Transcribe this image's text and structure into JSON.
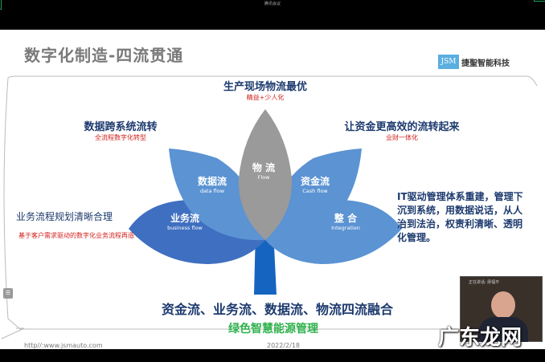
{
  "app": {
    "title": "腾讯会议"
  },
  "slide": {
    "title": "数字化制造-四流贯通",
    "logo": {
      "mark": "JSM",
      "name": "捷聖智能科技"
    },
    "top": {
      "heading": "生产现场物流最优",
      "sub": "精益+少人化"
    },
    "upper_left": {
      "heading": "数据跨系统流转",
      "sub": "全流程数字化转型"
    },
    "upper_right": {
      "heading": "让资金更高效的流转起来",
      "sub": "业财一体化"
    },
    "left": {
      "heading": "业务流程规划清晰合理",
      "sub": "基于客户需求驱动的数字化业务流程再造"
    },
    "right": {
      "text": "IT驱动管理体系重建，管理下沉到系统，用数据说话，从人治到法治，权责利清晰、透明化管理。"
    },
    "petals": [
      {
        "cn": "业务流",
        "en": "business flow",
        "color": "#3f6fc0"
      },
      {
        "cn": "数据流",
        "en": "data flow",
        "color": "#5b93d3"
      },
      {
        "cn": "物  流",
        "en": "Flow",
        "color": "#9a9a9a"
      },
      {
        "cn": "资金流",
        "en": "Cash flow",
        "color": "#5b93d3"
      },
      {
        "cn": "整  合",
        "en": "Integration",
        "color": "#5b93d3"
      }
    ],
    "trunk_color": "#1565c0",
    "main_line": "资金流、业务流、数据流、物流四流融合",
    "green_line": "绿色智慧能源管理",
    "footer": {
      "url": "http//:www.jsmauto.com",
      "date": "2022/2/18"
    }
  },
  "video": {
    "label": "正在讲话: 廖福平"
  },
  "watermark": "广东龙网"
}
